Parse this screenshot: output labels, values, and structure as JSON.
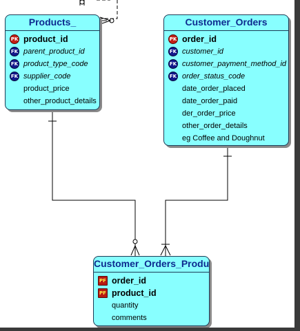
{
  "entities": {
    "products": {
      "title": "Products_",
      "attributes": [
        {
          "key": "PK",
          "name": "product_id",
          "style": "bold"
        },
        {
          "key": "FK",
          "name": "parent_product_id",
          "style": "italic"
        },
        {
          "key": "FK",
          "name": "product_type_code",
          "style": "italic"
        },
        {
          "key": "FK",
          "name": "supplier_code",
          "style": "italic"
        },
        {
          "key": "",
          "name": "product_price",
          "style": "normal"
        },
        {
          "key": "",
          "name": "other_product_details",
          "style": "normal"
        }
      ]
    },
    "customer_orders": {
      "title": "Customer_Orders",
      "attributes": [
        {
          "key": "PK",
          "name": "order_id",
          "style": "bold"
        },
        {
          "key": "FK",
          "name": "customer_id",
          "style": "italic"
        },
        {
          "key": "FK",
          "name": "customer_payment_method_id",
          "style": "italic"
        },
        {
          "key": "FK",
          "name": "order_status_code",
          "style": "italic"
        },
        {
          "key": "",
          "name": "date_order_placed",
          "style": "normal"
        },
        {
          "key": "",
          "name": "date_order_paid",
          "style": "normal"
        },
        {
          "key": "",
          "name": "der_order_price",
          "style": "normal"
        },
        {
          "key": "",
          "name": "other_order_details",
          "style": "normal"
        },
        {
          "key": "",
          "name": "eg Coffee and  Doughnut",
          "style": "normal"
        }
      ]
    },
    "customer_orders_products": {
      "title": "Customer_Orders_Products",
      "attributes": [
        {
          "key": "PF",
          "name": "order_id",
          "style": "bold"
        },
        {
          "key": "PF",
          "name": "product_id",
          "style": "bold"
        },
        {
          "key": "",
          "name": "quantity",
          "style": "normal"
        },
        {
          "key": "",
          "name": "comments",
          "style": "normal"
        }
      ]
    }
  },
  "colors": {
    "entity_fill": "#88ffff",
    "title_text": "#0d2a8f",
    "pk_icon": "#c21f16",
    "fk_icon": "#12188c",
    "line": "#000000"
  }
}
